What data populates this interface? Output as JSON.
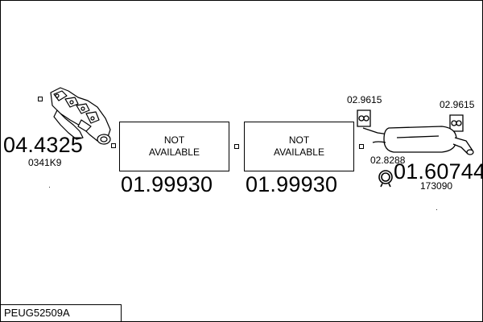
{
  "diagram_code": "PEUG52509A",
  "parts": [
    {
      "id": "manifold",
      "price": "04.4325",
      "ref": "0341K9",
      "icon": "exhaust-manifold-icon"
    },
    {
      "id": "pipe-1",
      "status_line1": "NOT",
      "status_line2": "AVAILABLE",
      "price": "01.99930"
    },
    {
      "id": "pipe-2",
      "status_line1": "NOT",
      "status_line2": "AVAILABLE",
      "price": "01.99930"
    },
    {
      "id": "rear-silencer",
      "price": "01.60744",
      "ref": "173090",
      "icon": "rear-silencer-icon"
    }
  ],
  "accessories": [
    {
      "id": "rubber-mount-1",
      "price": "02.9615",
      "icon": "rubber-mount-icon"
    },
    {
      "id": "rubber-mount-2",
      "price": "02.9615",
      "icon": "rubber-mount-icon"
    },
    {
      "id": "clamp",
      "price": "02.8288",
      "icon": "clamp-icon"
    }
  ]
}
